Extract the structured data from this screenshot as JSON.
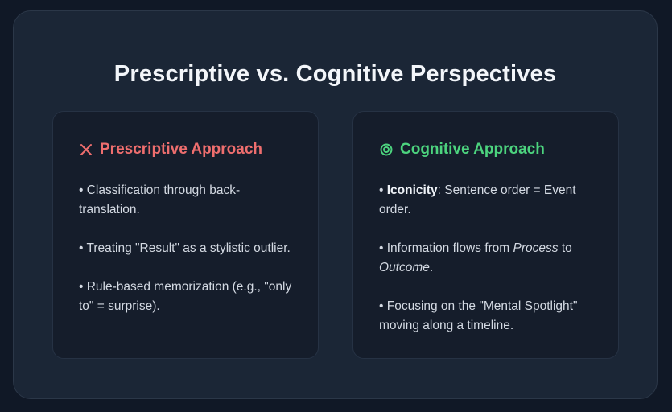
{
  "title": "Prescriptive vs. Cognitive Perspectives",
  "colors": {
    "prescriptive_accent": "#ee6e6e",
    "cognitive_accent": "#4cd37e",
    "panel_background": "#1b2636",
    "card_background": "#151d2b"
  },
  "prescriptive": {
    "icon": "cross-icon",
    "heading": "Prescriptive Approach",
    "items": [
      "• Classification through back-translation.",
      "• Treating \"Result\" as a stylistic outlier.",
      "• Rule-based memorization (e.g., \"only to\" = surprise)."
    ]
  },
  "cognitive": {
    "icon": "target-icon",
    "heading": "Cognitive Approach",
    "items": [
      {
        "bullet": "• ",
        "term": "Iconicity",
        "text": ": Sentence order = Event order."
      },
      {
        "bullet": "• ",
        "text_before": "Information flows from ",
        "emphasis_1": "Process",
        "text_middle": " to ",
        "emphasis_2": "Outcome",
        "text_after": "."
      },
      {
        "text": "• Focusing on the \"Mental Spotlight\" moving along a timeline."
      }
    ]
  }
}
